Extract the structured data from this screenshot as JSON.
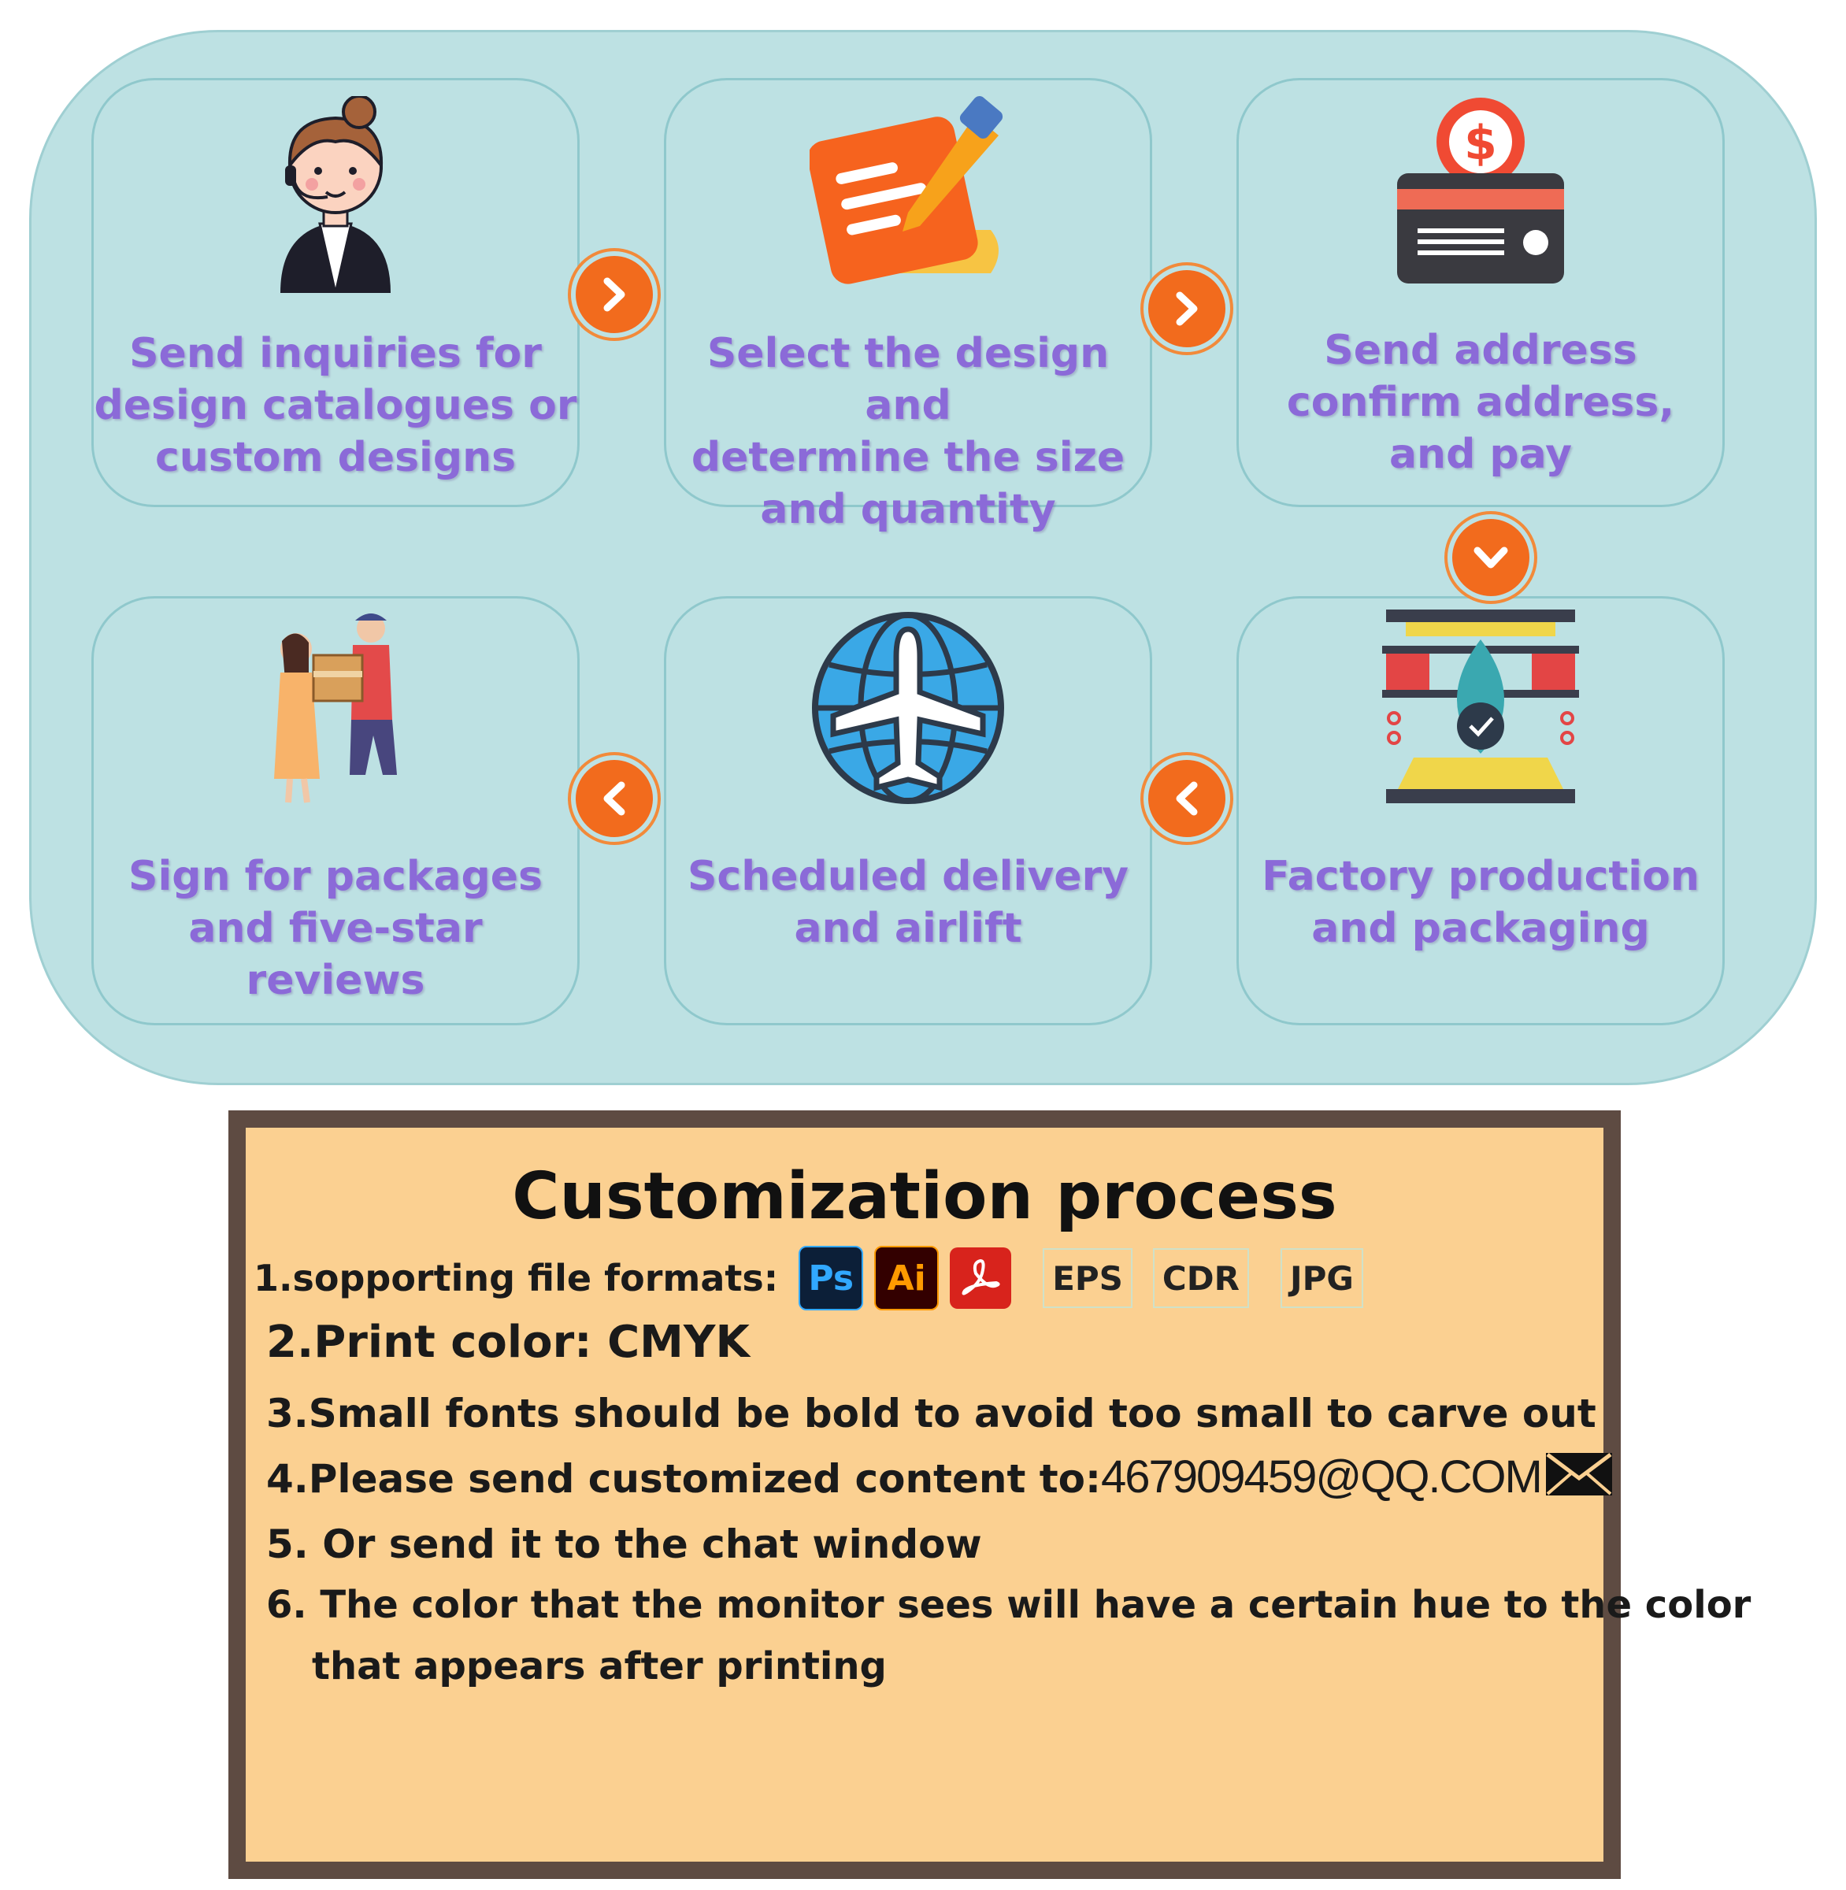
{
  "flow": {
    "steps": [
      {
        "label": "Send  inquiries  for\ndesign  catalogues  or\ncustom  designs",
        "icon": "customer-service-icon"
      },
      {
        "label": "Select  the  design  and\ndetermine  the  size\nand  quantity",
        "icon": "document-edit-icon"
      },
      {
        "label": "Send  address\nconfirm  address,\nand  pay",
        "icon": "payment-card-icon"
      },
      {
        "label": "Sign  for  packages\nand  five-star  reviews",
        "icon": "package-handover-icon"
      },
      {
        "label": "Scheduled  delivery\nand  airlift",
        "icon": "airplane-globe-icon"
      },
      {
        "label": "Factory  production\nand  packaging",
        "icon": "factory-machine-icon"
      }
    ],
    "arrow_color": "#f26b1d",
    "text_color": "#8b6ad8"
  },
  "panel": {
    "title": "Customization process",
    "line1_label": "1.sopporting file formats:",
    "formats": {
      "ps": "Ps",
      "ai": "Ai",
      "eps": "EPS",
      "cdr": "CDR",
      "jpg": "JPG"
    },
    "line2": "2.Print color: CMYK",
    "line3": "3.Small fonts should be bold to avoid too small to carve out",
    "line4_label": "4.Please send customized content to:",
    "email": "467909459@QQ.COM",
    "line5": "5. Or send it to the chat window",
    "line6a": "6. The color that the monitor sees will have a certain hue to the color",
    "line6b": "that appears after printing"
  }
}
